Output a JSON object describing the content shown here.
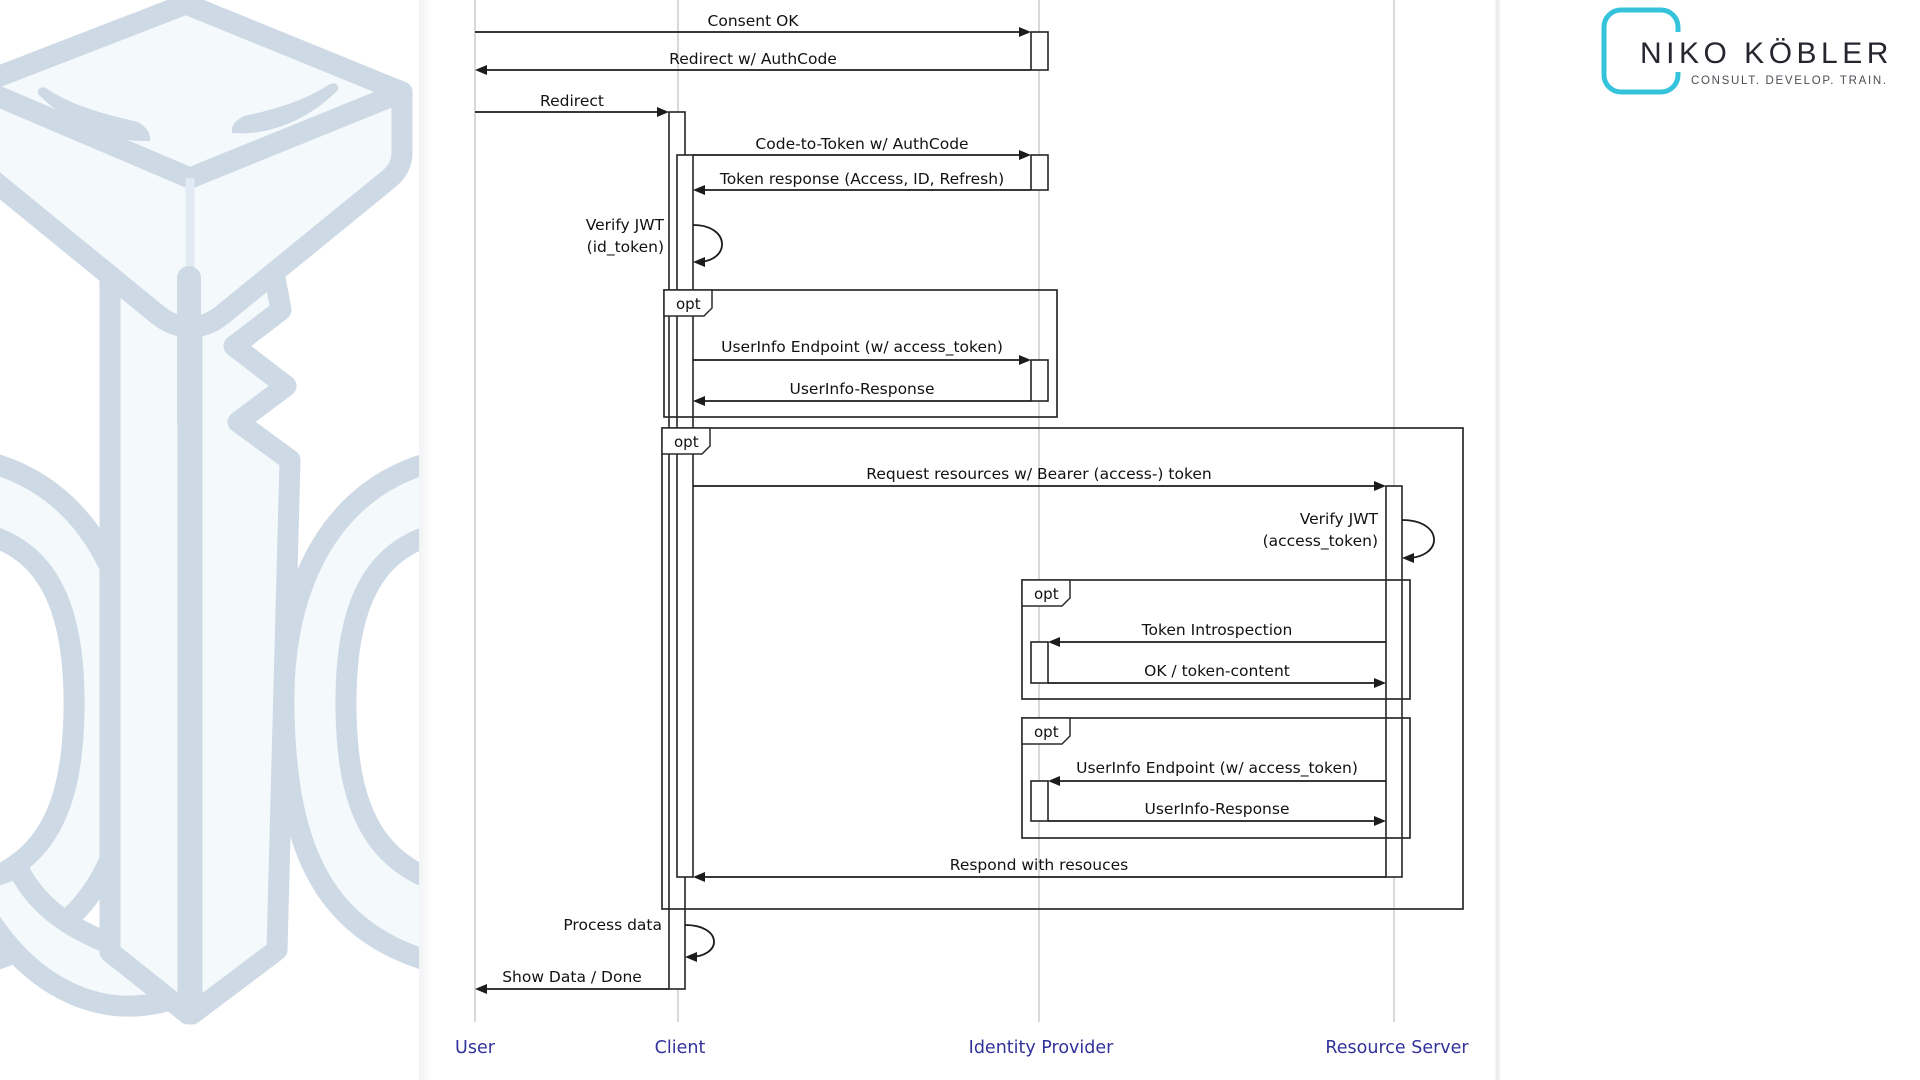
{
  "logo": {
    "title": "NIKO KÖBLER",
    "tagline": "CONSULT. DEVELOP. TRAIN.",
    "accent_color": "#35c3dc"
  },
  "watermark": {
    "name": "keycloak-mascot-watermark",
    "outline_color": "#cdd9e5",
    "fill_color": "#f4f9fc"
  },
  "diagram": {
    "type": "sequence",
    "participants": [
      {
        "label": "User"
      },
      {
        "label": "Client"
      },
      {
        "label": "Identity Provider"
      },
      {
        "label": "Resource Server"
      }
    ],
    "participant_color": "#32329b",
    "line_color": "#1c1c1c",
    "lifeline_color": "#c9c9c9",
    "messages": {
      "consent_ok": "Consent OK",
      "redirect_authcode": "Redirect w/ AuthCode",
      "redirect": "Redirect",
      "code_to_token": "Code-to-Token w/ AuthCode",
      "token_response": "Token response (Access, ID, Refresh)",
      "verify_jwt_id_1": "Verify JWT",
      "verify_jwt_id_2": "(id_token)",
      "userinfo_endpoint": "UserInfo Endpoint (w/ access_token)",
      "userinfo_response": "UserInfo-Response",
      "request_resources": "Request resources w/ Bearer (access-) token",
      "verify_jwt_access_1": "Verify JWT",
      "verify_jwt_access_2": "(access_token)",
      "token_introspection": "Token Introspection",
      "ok_token_content": "OK / token-content",
      "userinfo_endpoint_2": "UserInfo Endpoint (w/ access_token)",
      "userinfo_response_2": "UserInfo-Response",
      "respond_resources": "Respond with resouces",
      "process_data": "Process data",
      "show_data": "Show Data / Done"
    },
    "fragments": {
      "opt1": "opt",
      "opt2": "opt",
      "opt3": "opt",
      "opt4": "opt"
    }
  }
}
